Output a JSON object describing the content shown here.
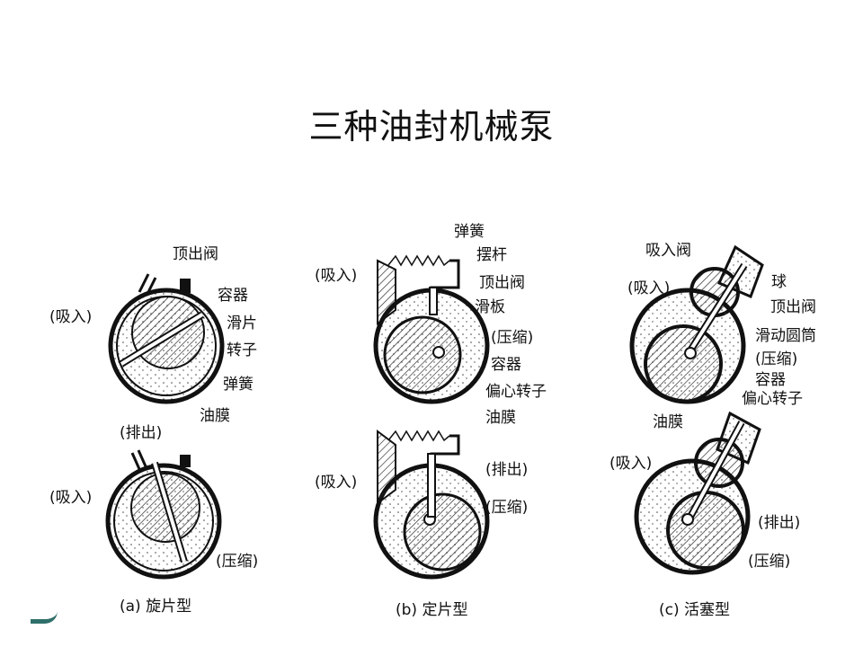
{
  "title": "三种油封机械泵",
  "pump_a": {
    "caption": "(a) 旋片型",
    "labels": [
      "顶出阀",
      "容器",
      "(吸入)",
      "滑片",
      "转子",
      "弹簧",
      "油膜",
      "(排出)",
      "(吸入)",
      "(压缩)"
    ]
  },
  "pump_b": {
    "caption": "(b) 定片型",
    "labels": [
      "弹簧",
      "摆杆",
      "(吸入)",
      "顶出阀",
      "滑板",
      "(压缩)",
      "容器",
      "偏心转子",
      "油膜",
      "(排出)",
      "(吸入)",
      "(压缩)"
    ]
  },
  "pump_c": {
    "caption": "(c) 活塞型",
    "labels": [
      "吸入阀",
      "(吸入)",
      "球",
      "顶出阀",
      "滑动圆筒",
      "(压缩)",
      "容器",
      "偏心转子",
      "油膜",
      "(吸入)",
      "(排出)",
      "(压缩)"
    ]
  }
}
